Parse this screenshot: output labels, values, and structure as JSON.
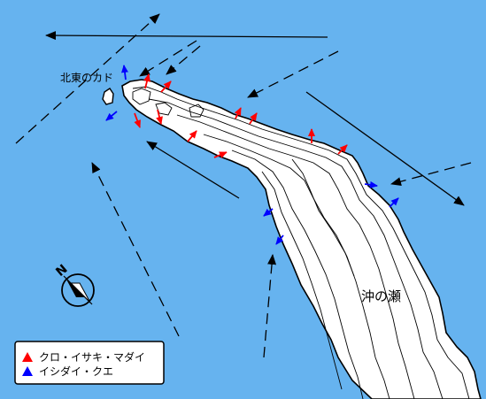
{
  "labels": {
    "cape": "北東のカド",
    "shoal": "沖の瀬"
  },
  "compass": {
    "letter": "N"
  },
  "legend": {
    "items": [
      {
        "label": "クロ・イサキ・マダイ",
        "color": "#ff0000"
      },
      {
        "label": "イシダイ・クエ",
        "color": "#0000ff"
      }
    ]
  },
  "colors": {
    "sea": "#66b3ef",
    "land": "#ffffff",
    "red_marker": "#ff0000",
    "blue_marker": "#0000ff"
  }
}
